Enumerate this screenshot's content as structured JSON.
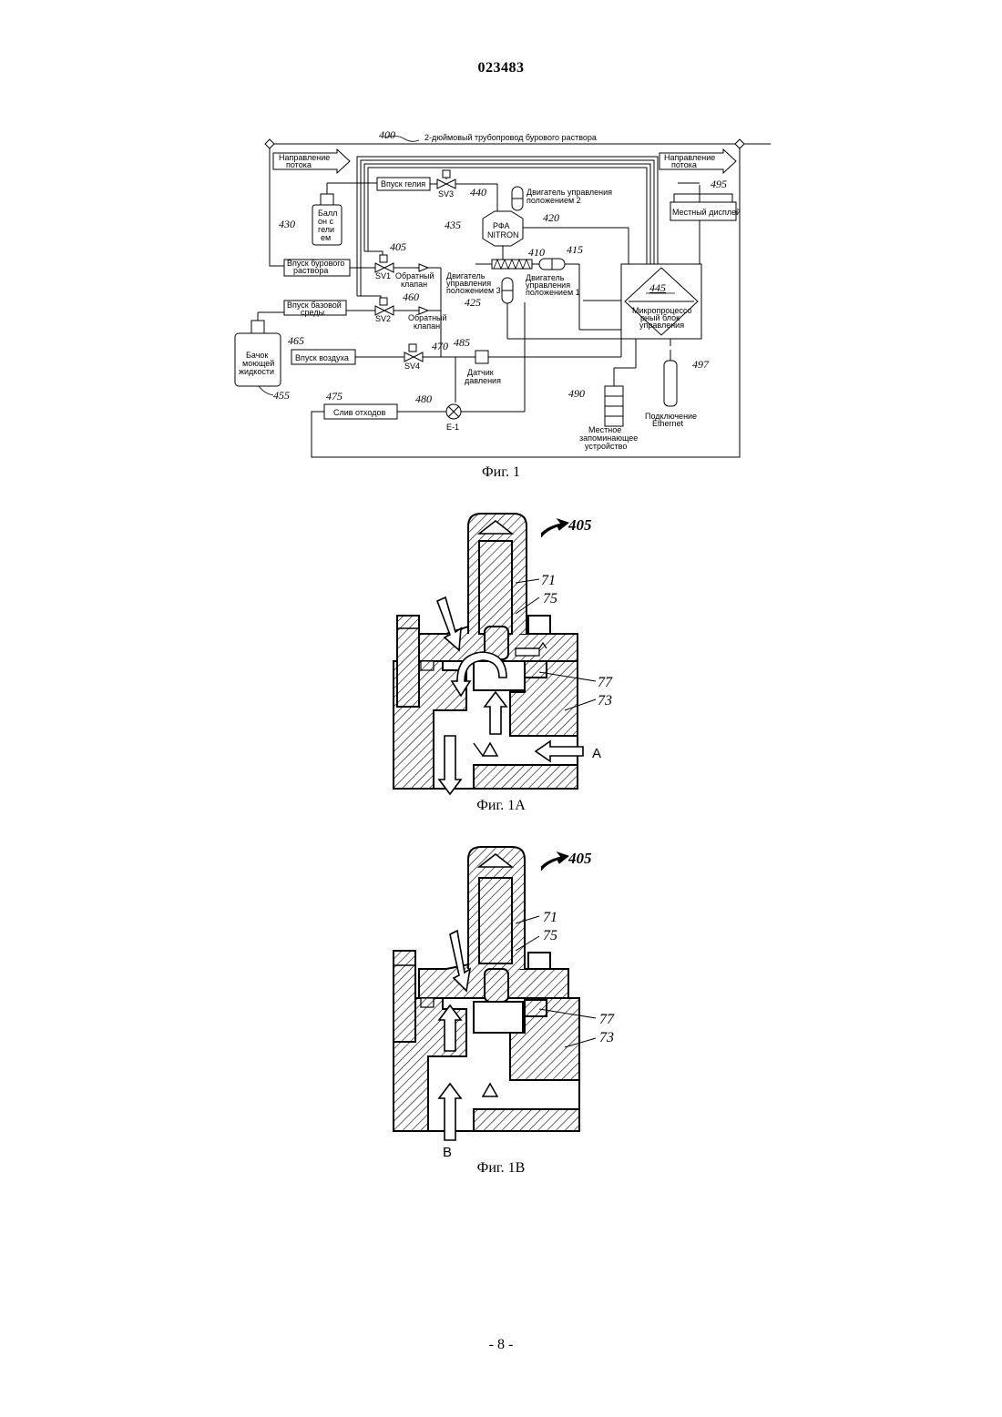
{
  "header": {
    "doc_number": "023483"
  },
  "fig1": {
    "caption": "Фиг. 1",
    "pipeline_label": "2-дюймовый трубопровод бурового раствора",
    "ref_400": "400",
    "flow_left": [
      "Направление",
      "потока"
    ],
    "flow_right": [
      "Направление",
      "потока"
    ],
    "helium_inlet": "Впуск гелия",
    "sv3": "SV3",
    "ref_440": "440",
    "motor2": [
      "Двигатель управления",
      "положением 2"
    ],
    "ref_420": "420",
    "ref_495": "495",
    "local_display": "Местный дисплей",
    "ref_430": "430",
    "helium_cylinder": [
      "Балл",
      "он с",
      "гели",
      "ем"
    ],
    "ref_435": "435",
    "xrf": [
      "РФА",
      "NITRON"
    ],
    "ref_405": "405",
    "ref_410": "410",
    "ref_415": "415",
    "mud_inlet": [
      "Впуск бурового",
      "раствора"
    ],
    "sv1": "SV1",
    "check_valve_1": [
      "Обратный",
      "клапан"
    ],
    "motor3": [
      "Двигатель",
      "управления",
      "положением 3"
    ],
    "motor1": [
      "Двигатель",
      "управления",
      "положением 1"
    ],
    "ref_445": "445",
    "controller": [
      "Микропроцессо",
      "рный блок",
      "управления"
    ],
    "base_inlet": [
      "Впуск базовой",
      "среды"
    ],
    "ref_460": "460",
    "ref_425": "425",
    "sv2": "SV2",
    "check_valve_2": [
      "Обратный",
      "клапан"
    ],
    "wash_tank": [
      "Бачок",
      "моющей",
      "жидкости"
    ],
    "ref_455": "455",
    "ref_465": "465",
    "air_inlet": "Впуск воздуха",
    "sv4": "SV4",
    "ref_470": "470",
    "ref_485": "485",
    "pressure_sensor": [
      "Датчик",
      "давления"
    ],
    "ref_497": "497",
    "ref_475": "475",
    "waste_drain": "Слив отходов",
    "ref_480": "480",
    "e1": "E-1",
    "ref_490": "490",
    "local_storage": [
      "Местное",
      "запоминающее",
      "устройство"
    ],
    "ethernet": [
      "Подключение",
      "Ethernet"
    ]
  },
  "fig1a": {
    "caption": "Фиг. 1А",
    "ref": "405",
    "part_71": "71",
    "part_75": "75",
    "part_77": "77",
    "part_73": "73",
    "arrow_label": "A"
  },
  "fig1b": {
    "caption": "Фиг. 1В",
    "ref": "405",
    "part_71": "71",
    "part_75": "75",
    "part_77": "77",
    "part_73": "73",
    "arrow_label": "B"
  },
  "footer": {
    "page_number": "- 8 -"
  }
}
